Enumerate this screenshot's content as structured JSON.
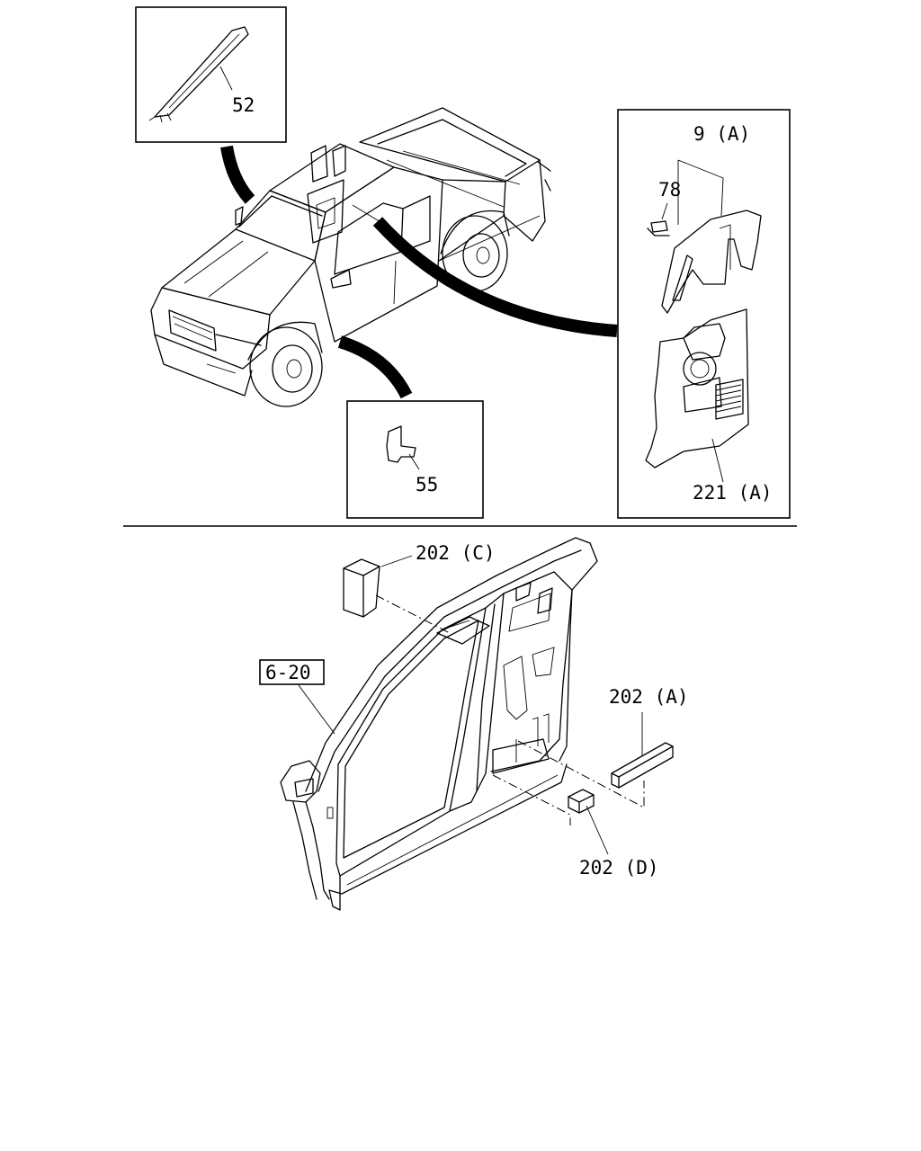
{
  "labels": {
    "a_pillar_trim": "52",
    "clip": "55",
    "b_pillar_trim": "9 (A)",
    "fastener": "78",
    "quarter_trim": "221 (A)",
    "insulator_c": "202 (C)",
    "reference": "6-20",
    "insulator_a": "202 (A)",
    "insulator_d": "202 (D)"
  }
}
